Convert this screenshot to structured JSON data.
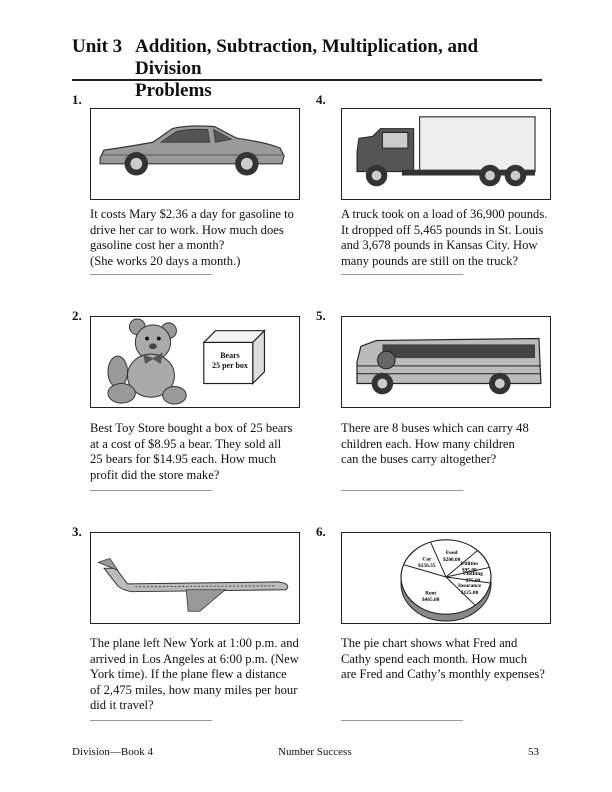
{
  "header": {
    "unit": "Unit 3",
    "title_line1": "Addition, Subtraction, Multiplication, and Division",
    "title_line2": "Problems"
  },
  "problems": [
    {
      "number": "1.",
      "illustration": "car",
      "lines": [
        "It costs Mary $2.36 a day for gasoline to",
        "drive her car to work.  How much does",
        "gasoline cost her a month?",
        "(She works 20 days a month.)"
      ]
    },
    {
      "number": "2.",
      "illustration": "teddy-bear-and-box",
      "box_label_1": "Bears",
      "box_label_2": "25 per box",
      "lines": [
        "Best Toy Store bought a box of 25 bears",
        "at a cost of $8.95 a  bear.  They sold all",
        "25 bears for $14.95 each.  How much",
        "profit did the store make?"
      ]
    },
    {
      "number": "3.",
      "illustration": "airplane",
      "lines": [
        "The plane left New York at 1:00 p.m. and",
        "arrived in Los Angeles at 6:00 p.m. (New",
        "York time).  If the plane flew a distance",
        "of 2,475 miles, how many miles per hour",
        "did it travel?"
      ]
    },
    {
      "number": "4.",
      "illustration": "truck",
      "lines": [
        "A truck took on a load of 36,900 pounds.",
        "It dropped off 5,465 pounds in St. Louis",
        "and 3,678 pounds in Kansas City.  How",
        "many pounds are still on the truck?"
      ]
    },
    {
      "number": "5.",
      "illustration": "school-bus",
      "lines": [
        "There are 8 buses which can carry 48",
        "children each.  How many children",
        "can the buses carry altogether?"
      ]
    },
    {
      "number": "6.",
      "illustration": "pie-chart",
      "lines": [
        "The pie chart shows what Fred and",
        "Cathy spend each month.  How much",
        "are Fred and Cathy’s monthly expenses?"
      ]
    }
  ],
  "chart_data": {
    "type": "pie",
    "title": "",
    "categories": [
      "Food",
      "Utilities",
      "Clothing",
      "Insurance",
      "Rent",
      "Car"
    ],
    "values": [
      200.0,
      95.0,
      75.0,
      125.0,
      465.0,
      156.35
    ],
    "value_labels": [
      "$200.00",
      "$95.00",
      "$75.00",
      "$125.00",
      "$465.00",
      "$156.35"
    ]
  },
  "footer": {
    "left": "Division—Book 4",
    "center": "Number Success",
    "page": "53"
  }
}
